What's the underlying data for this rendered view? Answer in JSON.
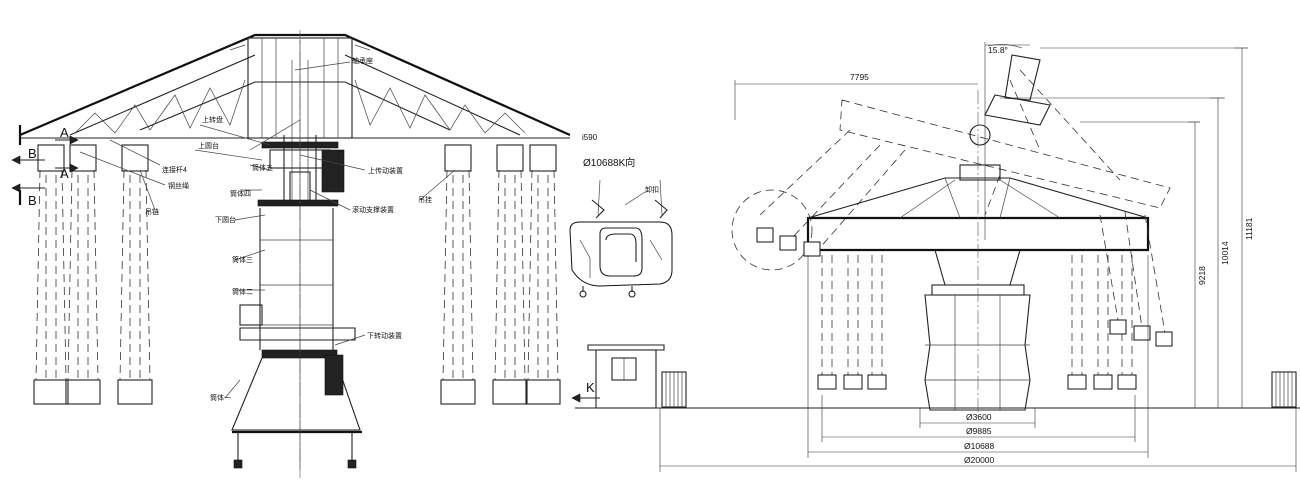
{
  "left_view": {
    "callouts": [
      "轴承座",
      "上转盘",
      "上圆台",
      "筒体五",
      "筒体四",
      "下圆台",
      "筒体三",
      "筒体二",
      "筒体一",
      "连接杆4",
      "钢丝绳",
      "吊链",
      "上传动装置",
      "滚动支撑装置",
      "下转动装置",
      "吊挂"
    ],
    "view_markers": [
      "B",
      "B",
      "A",
      "A"
    ],
    "side_code": "i590",
    "k_view_label": "Ø10688K向",
    "latch_label": "卸扣"
  },
  "right_view": {
    "top_dim": "7795",
    "angle": "15.8°",
    "height_dims": [
      "9218",
      "10014",
      "11181"
    ],
    "bottom_dims": [
      "Ø3600",
      "Ø9885",
      "Ø10688",
      "Ø20000"
    ],
    "k_arrow": "K"
  }
}
